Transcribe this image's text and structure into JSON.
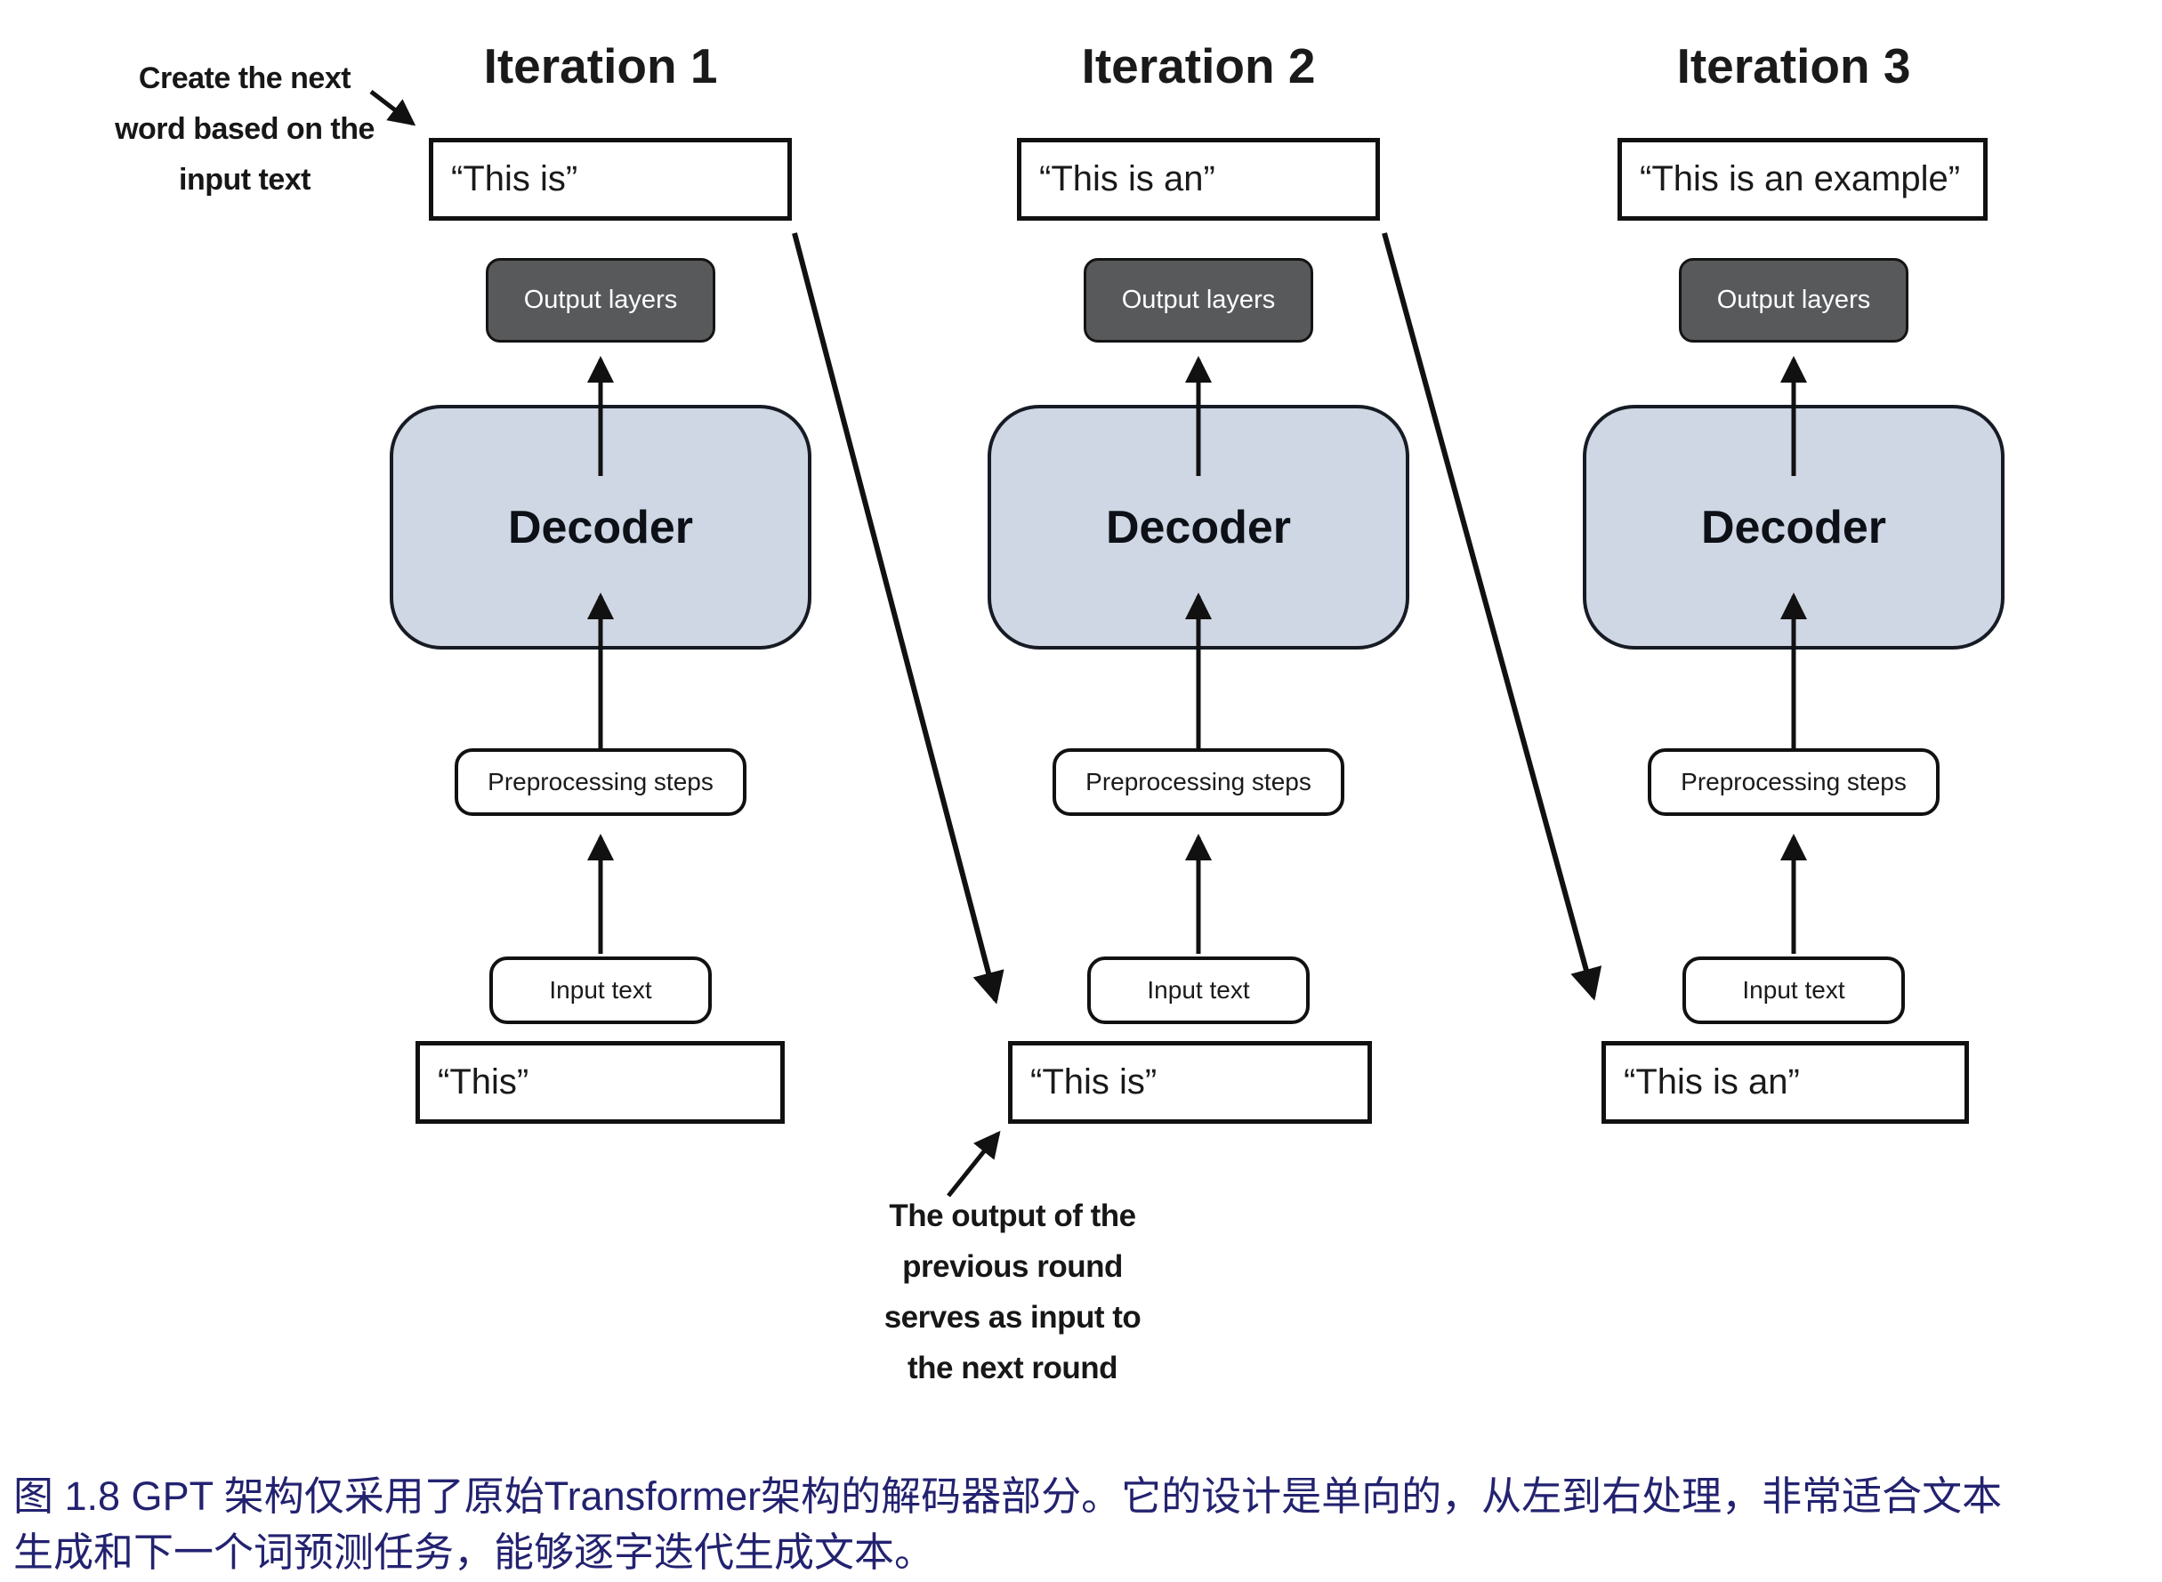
{
  "figure": {
    "annotation_top_left": {
      "lines": [
        "Create the next",
        "word based on the",
        "input text"
      ]
    },
    "annotation_bottom": {
      "lines": [
        "The output of the",
        "previous round",
        "serves as input to",
        "the next round"
      ]
    },
    "columns": [
      {
        "title": "Iteration 1",
        "output_text": "“This is”",
        "output_layers_label": "Output layers",
        "decoder_label": "Decoder",
        "preprocessing_label": "Preprocessing steps",
        "input_label": "Input text",
        "input_text": "“This”"
      },
      {
        "title": "Iteration 2",
        "output_text": "“This is an”",
        "output_layers_label": "Output layers",
        "decoder_label": "Decoder",
        "preprocessing_label": "Preprocessing steps",
        "input_label": "Input text",
        "input_text": "“This is”"
      },
      {
        "title": "Iteration 3",
        "output_text": "“This is an example”",
        "output_layers_label": "Output layers",
        "decoder_label": "Decoder",
        "preprocessing_label": "Preprocessing steps",
        "input_label": "Input text",
        "input_text": "“This is an”"
      }
    ]
  },
  "caption": {
    "line1": "图 1.8  GPT 架构仅采用了原始Transformer架构的解码器部分。它的设计是单向的，从左到右处理，非常适合文本",
    "line2": "生成和下一个词预测任务，能够逐字迭代生成文本。"
  },
  "colors": {
    "decoder_fill": "#cfd7e4",
    "output_layers_fill": "#58595b",
    "box_border": "#111111",
    "caption_text": "#232270",
    "arrow": "#111111"
  }
}
